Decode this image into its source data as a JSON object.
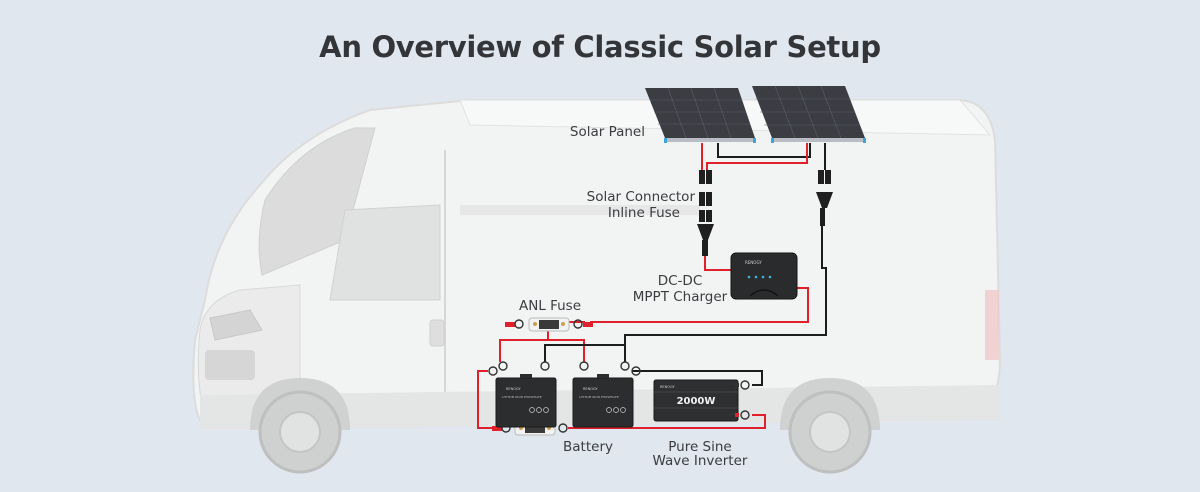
{
  "title": "An Overview of Classic Solar Setup",
  "colors": {
    "background": "#e0e7ef",
    "positive_wire": "#e0202a",
    "negative_wire": "#1c1c1c",
    "device_body": "#2a2b2d",
    "led": "#3fb7e6",
    "panel_edge": "#3aa3d8"
  },
  "components": {
    "solar_panel": {
      "label": "Solar Panel",
      "count": 2
    },
    "solar_connector": {
      "label_line1": "Solar Connector",
      "label_line2": "Inline Fuse"
    },
    "charger": {
      "label_line1": "DC-DC",
      "label_line2": "MPPT Charger",
      "brand": "RENOGY"
    },
    "anl_fuse": {
      "label": "ANL Fuse"
    },
    "battery": {
      "label": "Battery",
      "count": 2,
      "brand": "RENOGY",
      "model_text": "LITHIUM IRON PHOSPHATE"
    },
    "inverter": {
      "label_line1": "Pure Sine",
      "label_line2": "Wave Inverter",
      "rating": "2000W",
      "brand": "RENOGY"
    }
  }
}
